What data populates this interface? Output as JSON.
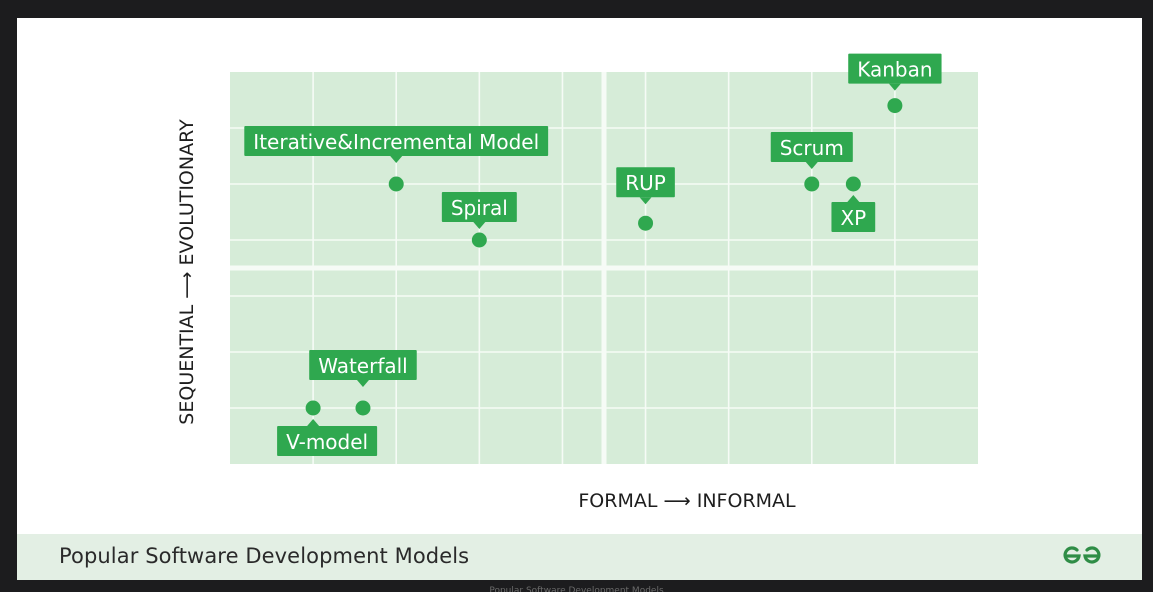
{
  "footer": {
    "title": "Popular Software Development Models",
    "logo": "geeksforgeeks-logo"
  },
  "caption": "Popular Software Development Models",
  "colors": {
    "panel": "#d6ecd8",
    "grid": "#f6fbf6",
    "accent": "#2fa84f",
    "label_text": "#ffffff",
    "axis_text": "#1e1e1e"
  },
  "chart_data": {
    "type": "scatter",
    "xlabel": "FORMAL ⟶ INFORMAL",
    "ylabel": "SEQUENTIAL ⟶ EVOLUTIONARY",
    "xlim": [
      0,
      9
    ],
    "ylim": [
      0,
      7
    ],
    "grid": true,
    "points": [
      {
        "name": "Kanban",
        "x": 8.0,
        "y": 6.4
      },
      {
        "name": "Iterative&Incremental Model",
        "x": 2.0,
        "y": 5.0
      },
      {
        "name": "Scrum",
        "x": 7.0,
        "y": 5.0
      },
      {
        "name": "XP",
        "x": 7.5,
        "y": 5.0
      },
      {
        "name": "RUP",
        "x": 5.0,
        "y": 4.3
      },
      {
        "name": "Spiral",
        "x": 3.0,
        "y": 4.0
      },
      {
        "name": "Waterfall",
        "x": 1.6,
        "y": 1.0
      },
      {
        "name": "V-model",
        "x": 1.0,
        "y": 1.0
      }
    ]
  }
}
